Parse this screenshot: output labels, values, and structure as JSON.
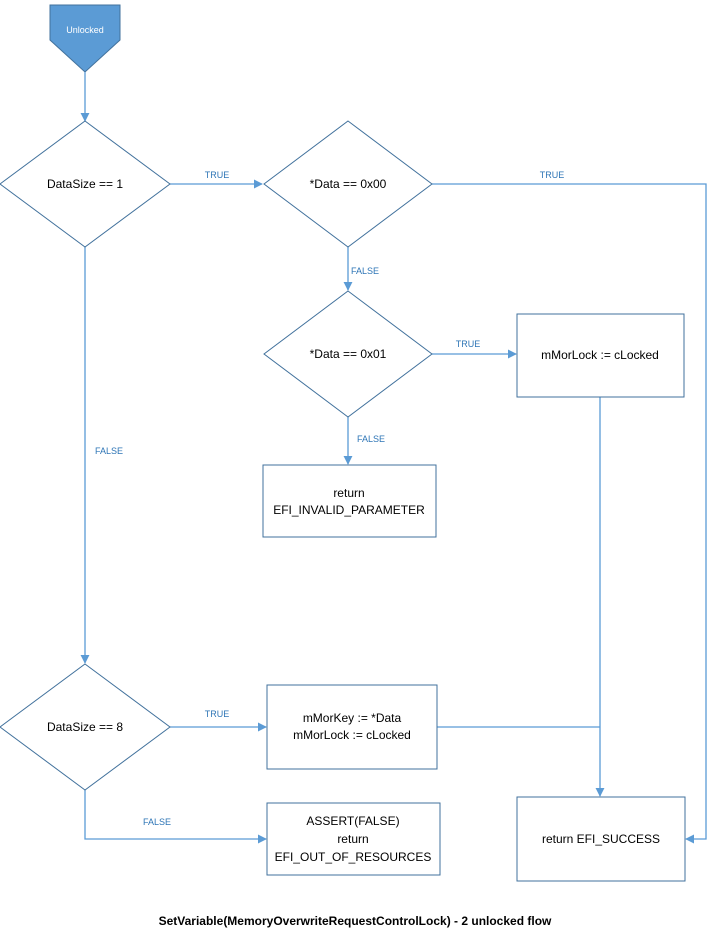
{
  "start": {
    "label": "Unlocked"
  },
  "decisions": {
    "datasize1": "DataSize == 1",
    "data00": "*Data == 0x00",
    "data01": "*Data == 0x01",
    "datasize8": "DataSize == 8"
  },
  "boxes": {
    "mor_lock": [
      "mMorLock := cLocked"
    ],
    "invalid_param": [
      "return",
      "EFI_INVALID_PARAMETER"
    ],
    "mor_key": [
      "mMorKey := *Data",
      "mMorLock := cLocked"
    ],
    "assert": [
      "ASSERT(FALSE)",
      "return",
      "EFI_OUT_OF_RESOURCES"
    ],
    "success": [
      "return EFI_SUCCESS"
    ]
  },
  "edge_labels": {
    "d1_true": "TRUE",
    "d00_true": "TRUE",
    "d00_false": "FALSE",
    "d01_true": "TRUE",
    "d01_false": "FALSE",
    "d1_false": "FALSE",
    "d8_true": "TRUE",
    "d8_false": "FALSE"
  },
  "caption": "SetVariable(MemoryOverwriteRequestControlLock) - 2 unlocked flow",
  "colors": {
    "accent": "#5b9bd5",
    "outline": "#41719c",
    "label": "#2e75b6"
  }
}
